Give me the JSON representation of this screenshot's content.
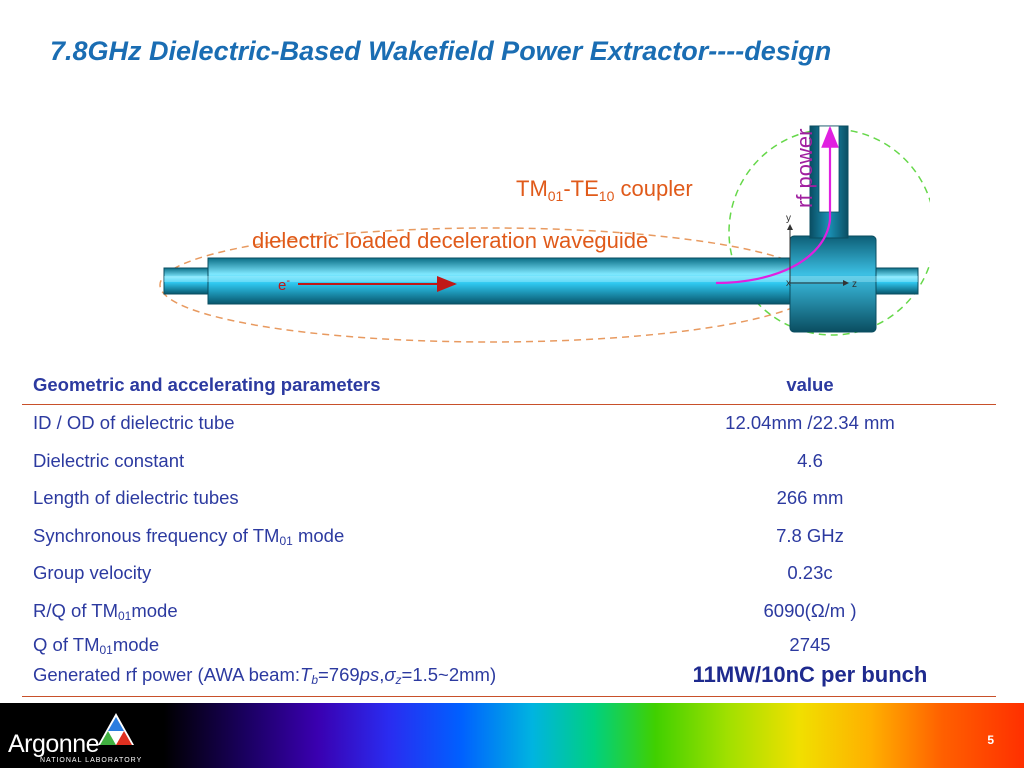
{
  "slide": {
    "title": "7.8GHz Dielectric-Based Wakefield Power Extractor----design",
    "page_number": "5"
  },
  "diagram": {
    "coupler_label_pre": "TM",
    "coupler_label_sub1": "01",
    "coupler_label_mid": "-TE",
    "coupler_label_sub2": "10",
    "coupler_label_post": " coupler",
    "waveguide_label": "dielectric loaded deceleration waveguide",
    "rf_power_label": "rf power",
    "electron_label": "e",
    "electron_sup": "-",
    "axis_y": "y",
    "axis_x": "x",
    "axis_z": "z"
  },
  "table": {
    "header": [
      "Geometric and accelerating parameters",
      "value"
    ],
    "rows": [
      {
        "param": "ID / OD of dielectric tube",
        "value": "12.04mm /22.34 mm"
      },
      {
        "param": "Dielectric constant",
        "value": "4.6"
      },
      {
        "param": "Length of dielectric tubes",
        "value": "266 mm"
      },
      {
        "param_pre": "Synchronous frequency of TM",
        "param_sub": "01",
        "param_post": " mode",
        "value": "7.8 GHz"
      },
      {
        "param": "Group velocity",
        "value": "0.23c"
      },
      {
        "param_pre": "R/Q of TM",
        "param_sub": "01",
        "param_post": "mode",
        "value": "6090(Ω/m )"
      },
      {
        "param_pre": "Q of TM",
        "param_sub": "01",
        "param_post": "mode",
        "value": "2745"
      },
      {
        "param_pre": "Generated rf power (AWA beam:",
        "tb": "T",
        "tb_sub": "b",
        "tb_eq": "=769",
        "ps": "ps",
        "comma": ",",
        "sigma": "σ",
        "sigma_sub": "z",
        "sigma_eq": "=1.5~2mm)",
        "value": "11MW/10nC per bunch"
      }
    ]
  },
  "footer": {
    "logo_text": "Argonne",
    "logo_sub": "NATIONAL LABORATORY"
  },
  "colors": {
    "title": "#1a6db3",
    "table_text": "#2c3aa0",
    "rule": "#c8502a",
    "diagram_label": "#e05a1a",
    "rf_power": "#a020a0"
  }
}
